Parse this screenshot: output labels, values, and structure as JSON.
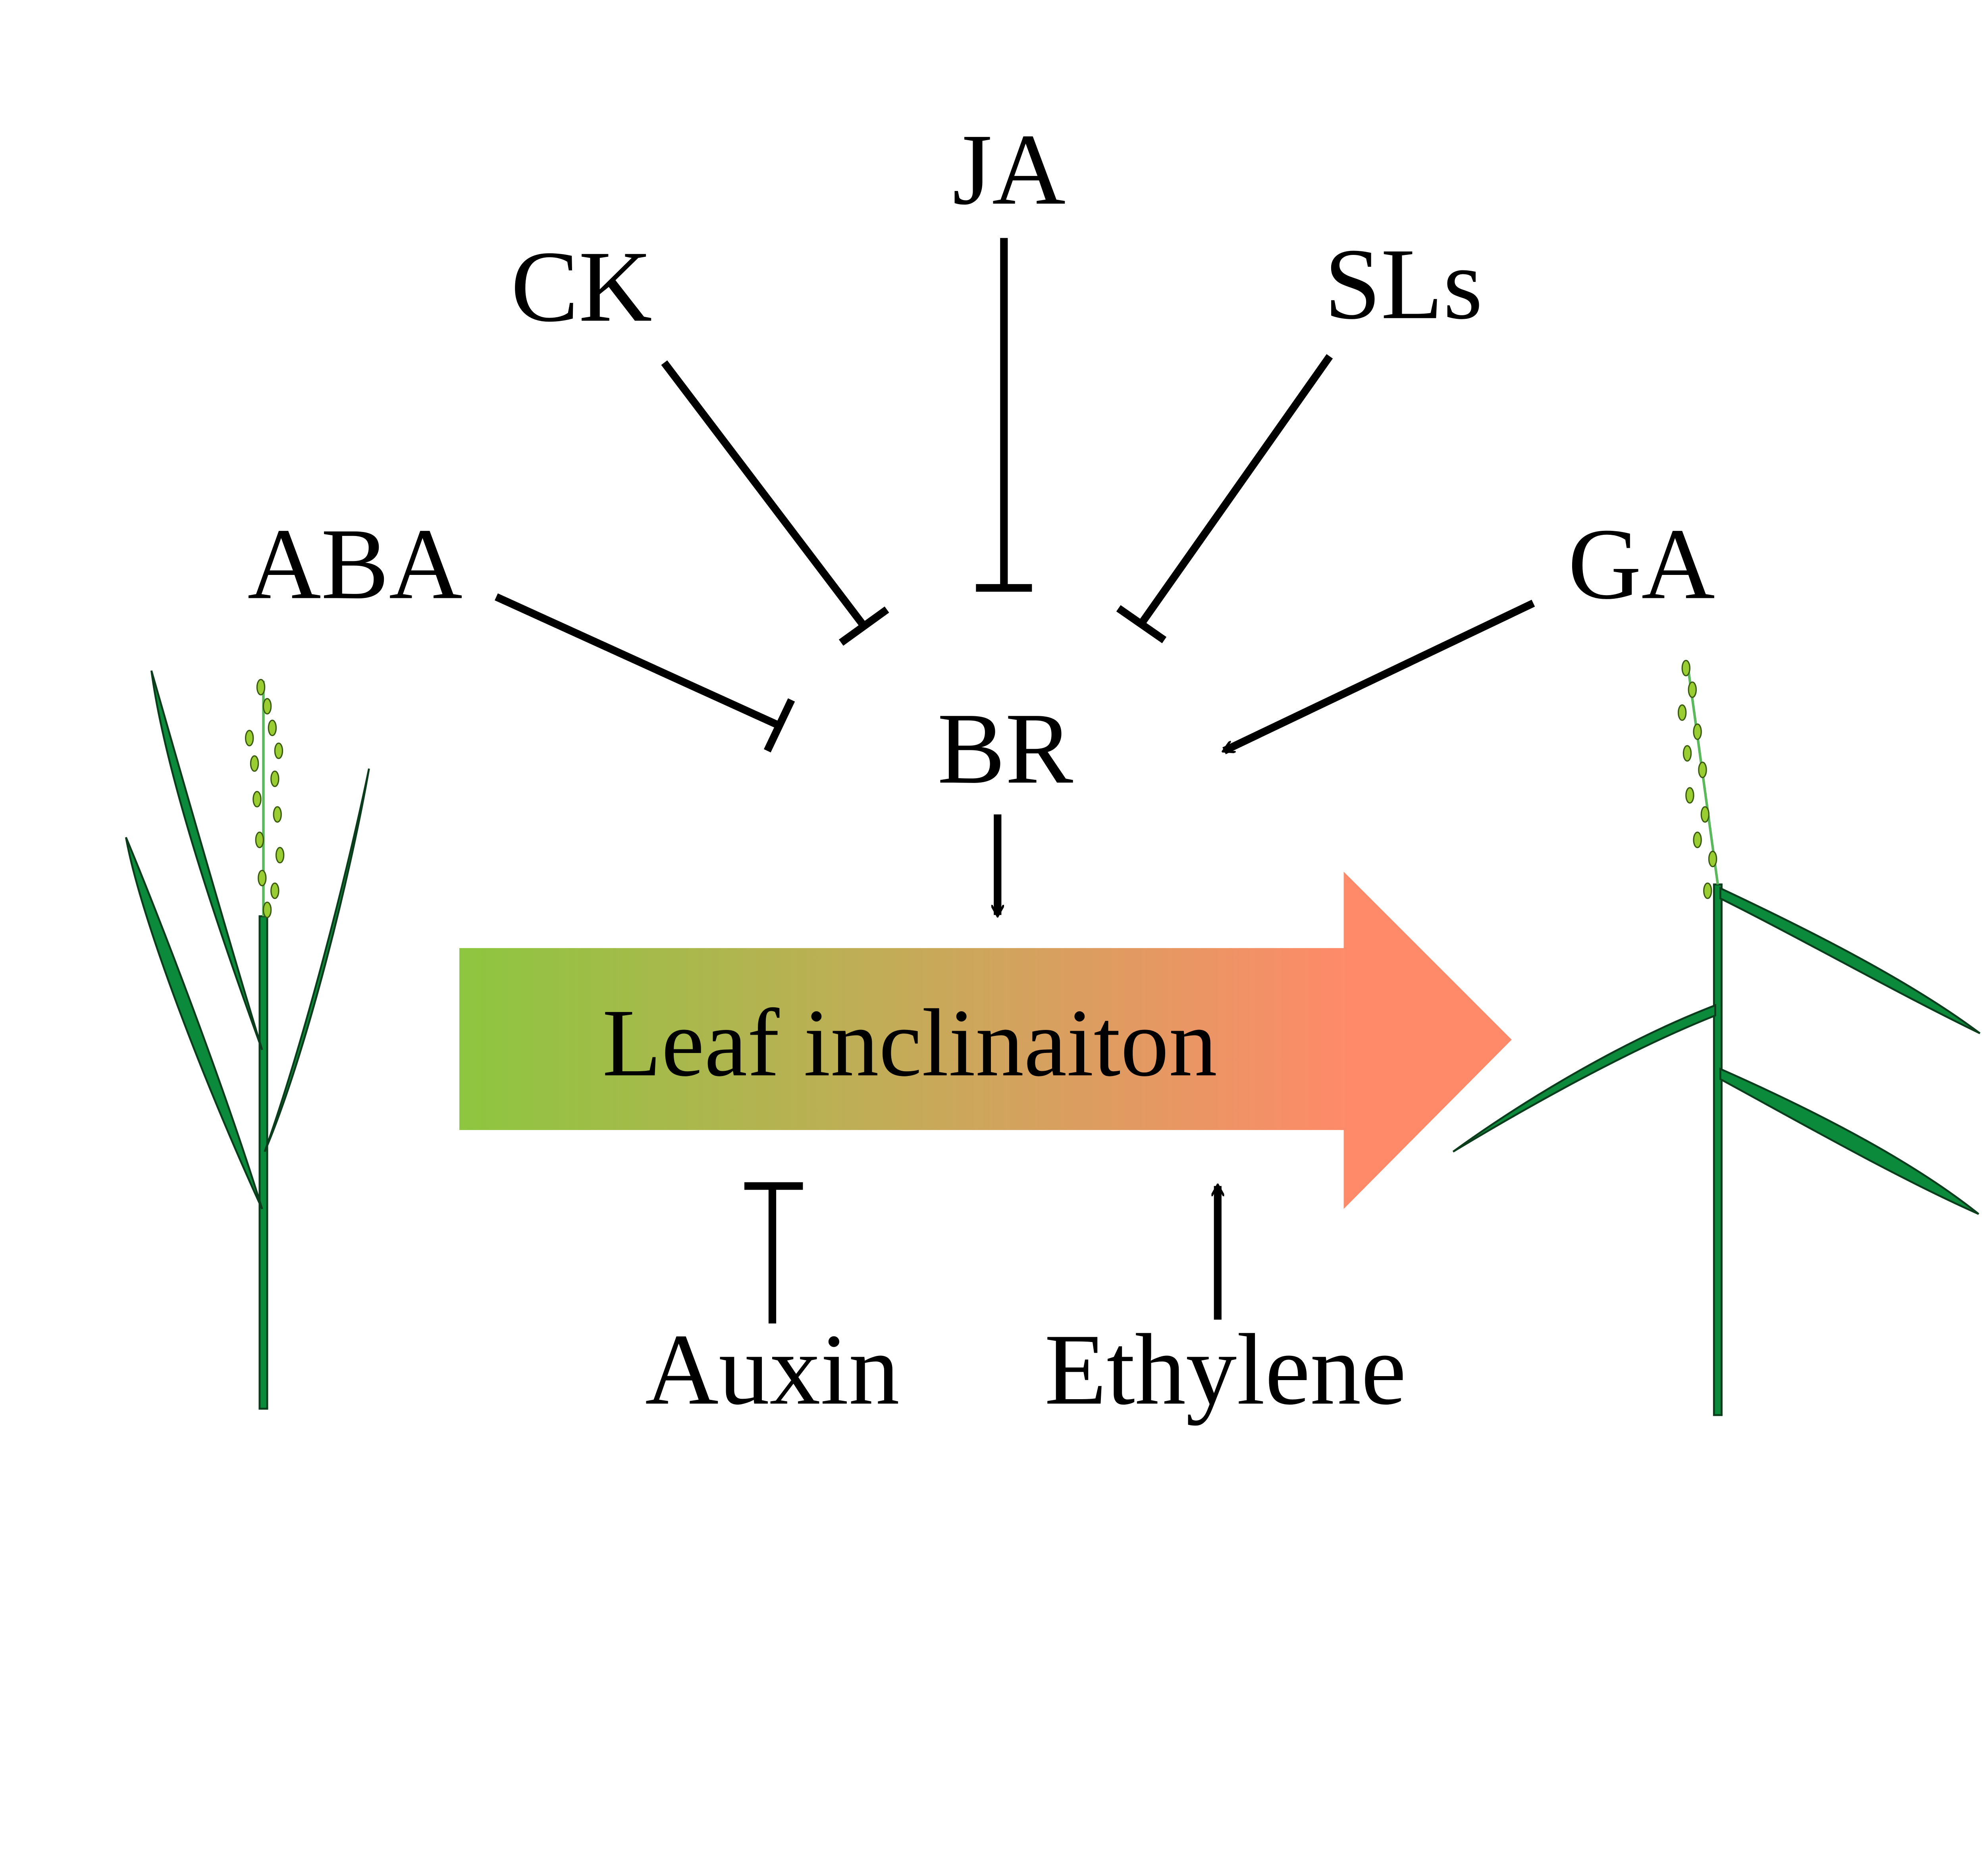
{
  "hormones": {
    "ja": "JA",
    "ck": "CK",
    "sls": "SLs",
    "aba": "ABA",
    "ga": "GA",
    "br": "BR",
    "auxin": "Auxin",
    "ethylene": "Ethylene"
  },
  "main_arrow": {
    "label": "Leaf inclinaiton",
    "gradient_colors": [
      "#8dc63f",
      "#c8a95a",
      "#ff8a6a"
    ]
  },
  "colors": {
    "leaf": "#0a8a3a",
    "panicle": "#9acd32"
  }
}
